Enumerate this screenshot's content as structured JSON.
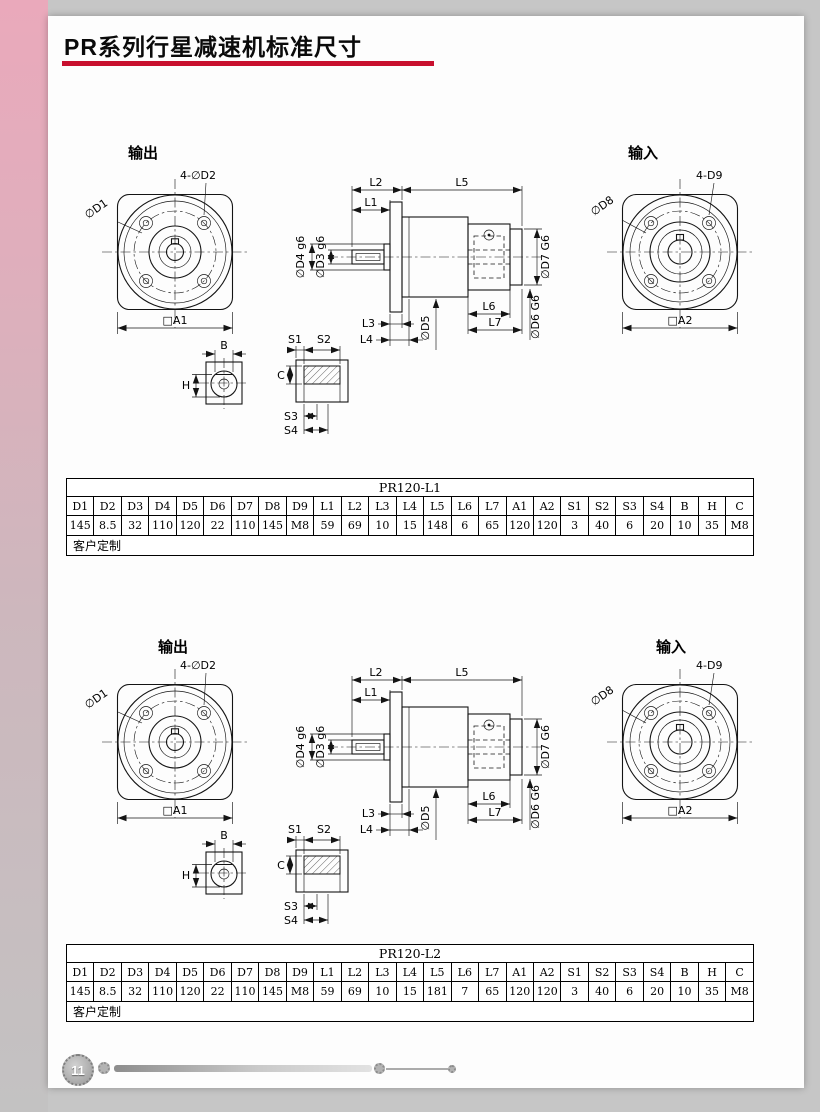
{
  "page": {
    "title": "PR系列行星减速机标准尺寸",
    "page_number": "11",
    "accent_color": "#c8102e"
  },
  "section_labels": {
    "output": "输出",
    "input": "输入"
  },
  "drawing_labels": {
    "d1": "∅D1",
    "d2": "4-∅D2",
    "a1": "□A1",
    "l1": "L1",
    "l2": "L2",
    "l3": "L3",
    "l4": "L4",
    "l5": "L5",
    "l6": "L6",
    "l7": "L7",
    "d3": "∅D3 g6",
    "d4": "∅D4 g6",
    "d5": "∅D5",
    "d6": "∅D6 G6",
    "d7": "∅D7 G6",
    "d8": "∅D8",
    "d9": "4-D9",
    "a2": "□A2",
    "b": "B",
    "h": "H",
    "c": "C",
    "s1": "S1",
    "s2": "S2",
    "s3": "S3",
    "s4": "S4"
  },
  "tables": [
    {
      "title": "PR120-L1",
      "headers": [
        "D1",
        "D2",
        "D3",
        "D4",
        "D5",
        "D6",
        "D7",
        "D8",
        "D9",
        "L1",
        "L2",
        "L3",
        "L4",
        "L5",
        "L6",
        "L7",
        "A1",
        "A2",
        "S1",
        "S2",
        "S3",
        "S4",
        "B",
        "H",
        "C"
      ],
      "values": [
        "145",
        "8.5",
        "32",
        "110",
        "120",
        "22",
        "110",
        "145",
        "M8",
        "59",
        "69",
        "10",
        "15",
        "148",
        "6",
        "65",
        "120",
        "120",
        "3",
        "40",
        "6",
        "20",
        "10",
        "35",
        "M8"
      ],
      "note": "客户定制"
    },
    {
      "title": "PR120-L2",
      "headers": [
        "D1",
        "D2",
        "D3",
        "D4",
        "D5",
        "D6",
        "D7",
        "D8",
        "D9",
        "L1",
        "L2",
        "L3",
        "L4",
        "L5",
        "L6",
        "L7",
        "A1",
        "A2",
        "S1",
        "S2",
        "S3",
        "S4",
        "B",
        "H",
        "C"
      ],
      "values": [
        "145",
        "8.5",
        "32",
        "110",
        "120",
        "22",
        "110",
        "145",
        "M8",
        "59",
        "69",
        "10",
        "15",
        "181",
        "7",
        "65",
        "120",
        "120",
        "3",
        "40",
        "6",
        "20",
        "10",
        "35",
        "M8"
      ],
      "note": "客户定制"
    }
  ]
}
